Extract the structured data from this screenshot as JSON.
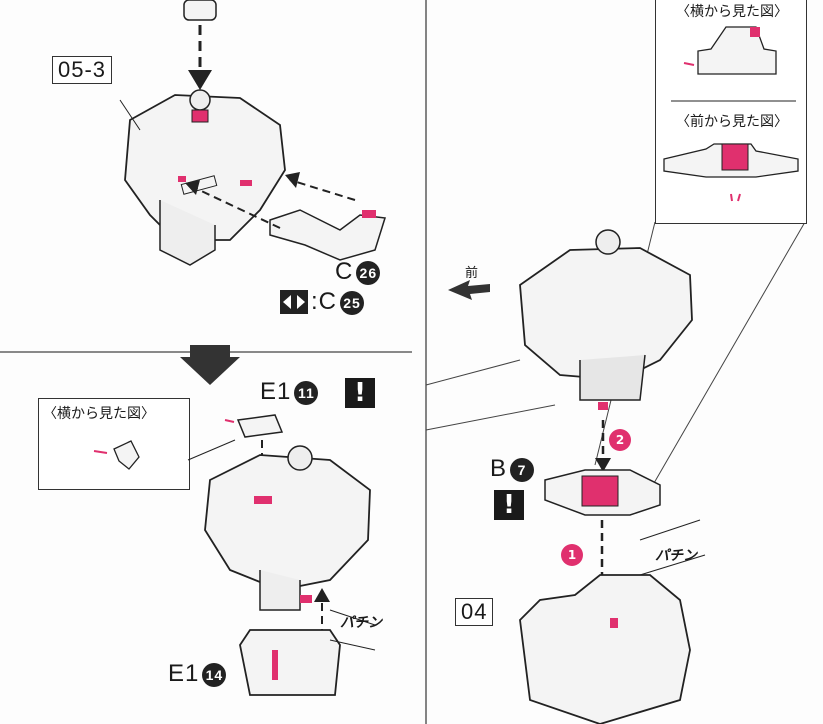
{
  "colors": {
    "accent": "#e0306e",
    "ink": "#1a1a1a",
    "part": "#f4f4f4"
  },
  "left_top": {
    "step_label": "05-3",
    "part_c": "C",
    "part_c_num": "26",
    "alt_part": "C",
    "alt_part_num": "25",
    "alt_icon": "swap-arrows-icon"
  },
  "left_bottom": {
    "callout_title": "〈横から見た図〉",
    "part_e1": "E1",
    "part_e1_num": "11",
    "part_e1b": "E1",
    "part_e1b_num": "14",
    "pachin": "パチン",
    "warning": "!"
  },
  "right": {
    "side_view_title": "〈横から見た図〉",
    "front_view_title": "〈前から見た図〉",
    "front_label": "前",
    "part_b": "B",
    "part_b_num": "7",
    "warning": "!",
    "step1": "1",
    "step2": "2",
    "pachin": "パチン",
    "step_label": "04"
  }
}
